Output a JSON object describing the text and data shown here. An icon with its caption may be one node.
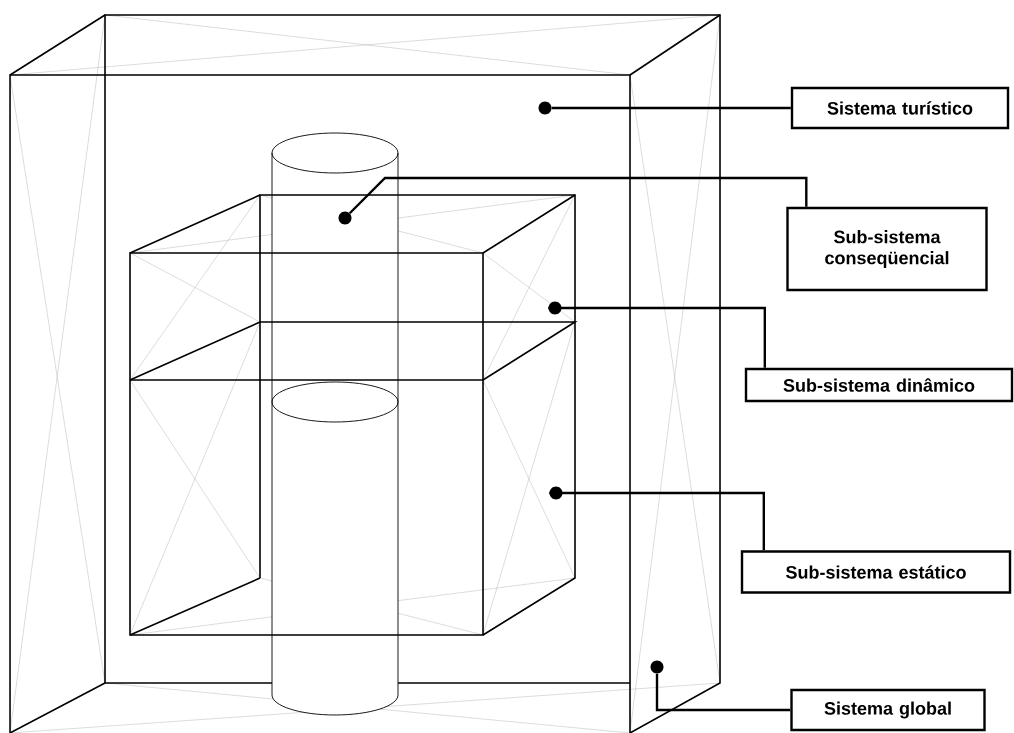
{
  "diagram": {
    "nodes": [
      {
        "text": [
          "Sistema turístico"
        ]
      },
      {
        "text": [
          "Sub-sistema conseqüencial"
        ]
      },
      {
        "text": [
          "Sub-sistema dinâmico"
        ]
      },
      {
        "text": [
          "Sub-sistema estático"
        ]
      },
      {
        "text": [
          "Sistema global"
        ]
      },
      {
        "text": [],
        "shape": "circle"
      },
      {
        "text": [],
        "shape": "circle"
      },
      {
        "text": [],
        "shape": "circle"
      },
      {
        "text": [],
        "shape": "circle"
      },
      {
        "text": [],
        "shape": "circle"
      }
    ],
    "edges": [
      {
        "from": 0,
        "to": 5,
        "arrow": "none"
      },
      {
        "from": 1,
        "to": 6,
        "arrow": "none"
      },
      {
        "from": 2,
        "to": 7,
        "arrow": "none"
      },
      {
        "from": 3,
        "to": 8,
        "arrow": "none"
      },
      {
        "from": 4,
        "to": 9,
        "arrow": "none"
      }
    ]
  }
}
